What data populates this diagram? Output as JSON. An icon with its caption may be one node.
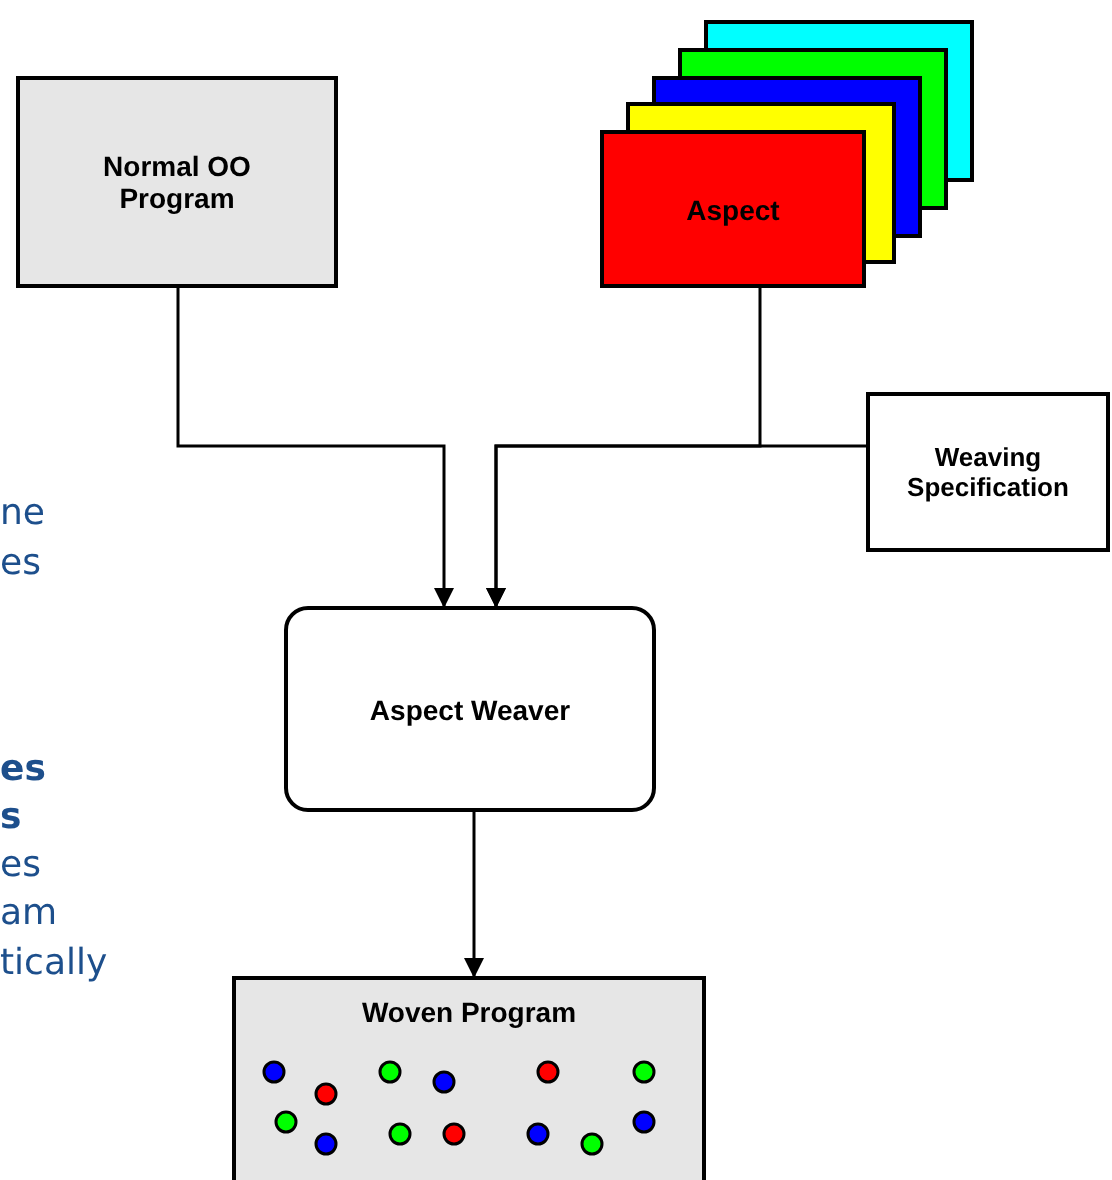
{
  "diagram": {
    "nodes": [
      {
        "text": [
          "Normal OO Program"
        ]
      },
      {
        "text": [
          "Aspect"
        ]
      },
      {
        "text": [
          "Weaving Specification"
        ]
      },
      {
        "text": [
          "Aspect Weaver"
        ]
      },
      {
        "text": [
          "Woven Program"
        ]
      }
    ],
    "edges": [
      {
        "from": 0,
        "to": 3,
        "arrow": "to"
      },
      {
        "from": 1,
        "to": 3,
        "arrow": "to"
      },
      {
        "from": 2,
        "to": 3,
        "arrow": "to"
      },
      {
        "from": 3,
        "to": 4,
        "arrow": "to"
      }
    ],
    "labels": [
      "ne",
      "es",
      "es",
      "s",
      "es",
      "am",
      "tically"
    ]
  }
}
